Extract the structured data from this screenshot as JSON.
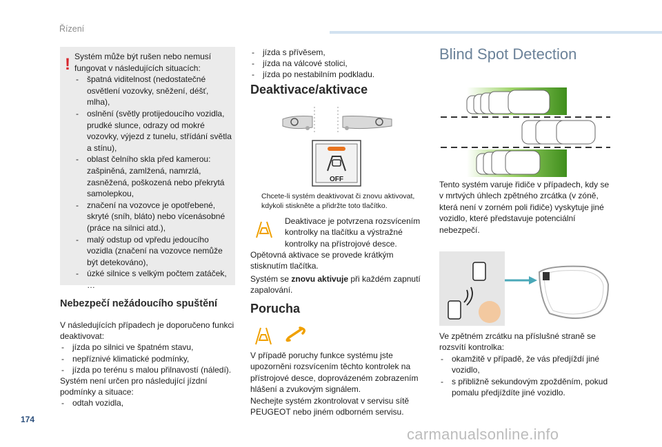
{
  "header": {
    "section": "Řízení"
  },
  "page_number": "174",
  "warning": {
    "intro": "Systém může být rušen nebo nemusí fungovat v následujících situacích:",
    "items": [
      "špatná viditelnost (nedostatečné osvětlení vozovky, sněžení, déšť, mlha),",
      "oslnění (světly protijedoucího vozidla, prudké slunce, odrazy od mokré vozovky, výjezd z tunelu, střídání světla a stínu),",
      "oblast čelního skla před kamerou: zašpiněná, zamlžená, namrzlá, zasněžená, poškozená nebo překrytá samolepkou,",
      "značení na vozovce je opotřebené, skryté (sníh, bláto) nebo vícenásobné (práce na silnici atd.),",
      "malý odstup od vpředu jedoucího vozidla (značení na vozovce nemůže být detekováno),",
      "úzké silnice s velkým počtem zatáček, …"
    ]
  },
  "unwanted": {
    "heading": "Nebezpečí nežádoucího spuštění",
    "intro": "V následujících případech je doporučeno funkci deaktivovat:",
    "items": [
      "jízda po silnici ve špatném stavu,",
      "nepříznivé klimatické podmínky,",
      "jízda po terénu s malou přilnavostí (náledí)."
    ],
    "note": "Systém není určen pro následující jízdní podmínky a situace:",
    "items2": [
      "odtah vozidla,"
    ]
  },
  "col2_top_items": [
    "jízda s přívěsem,",
    "jízda na válcové stolici,",
    "jízda po nestabilním podkladu."
  ],
  "deactivation": {
    "heading": "Deaktivace/aktivace",
    "button_label": "OFF",
    "note_mark": "",
    "note": "Chcete-li systém deaktivovat či znovu aktivovat, kdykoli stiskněte a přidržte toto tlačítko.",
    "confirm": "Deaktivace je potvrzena rozsvícením kontrolky na tlačítku a výstražné kontrolky na přístrojové desce.",
    "p1": "Opětovná aktivace se provede krátkým stisknutím tlačítka.",
    "p2_a": "Systém se ",
    "p2_b": "znovu aktivuje",
    "p2_c": " při každém zapnutí zapalování."
  },
  "failure": {
    "heading": "Porucha",
    "text": "V případě poruchy funkce systému jste upozorněni rozsvícením těchto kontrolek na přístrojové desce, doprovázeném zobrazením hlášení a zvukovým signálem.",
    "text2": "Nechejte systém zkontrolovat v servisu sítě PEUGEOT nebo jiném odborném servisu."
  },
  "blind_spot": {
    "heading": "Blind Spot Detection",
    "p1": "Tento systém varuje řidiče v případech, kdy se v mrtvých úhlech zpětného zrcátka (v zóně, která není v zorném poli řidiče) vyskytuje jiné vozidlo, které představuje potenciální nebezpečí.",
    "p2": "Ve zpětném zrcátku na příslušné straně se rozsvítí kontrolka:",
    "items": [
      "okamžitě v případě, že vás předjíždí jiné vozidlo,",
      "s přibližně sekundovým zpožděním, pokud pomalu předjíždíte jiné vozidlo."
    ]
  },
  "watermark": "carmanualsonline.info",
  "colors": {
    "accent_blue": "#2c4f7c",
    "warning_red": "#d7252c",
    "warning_yellow": "#f0c000",
    "green_zone": "#5a9e2a",
    "indicator_orange": "#e8731e"
  }
}
